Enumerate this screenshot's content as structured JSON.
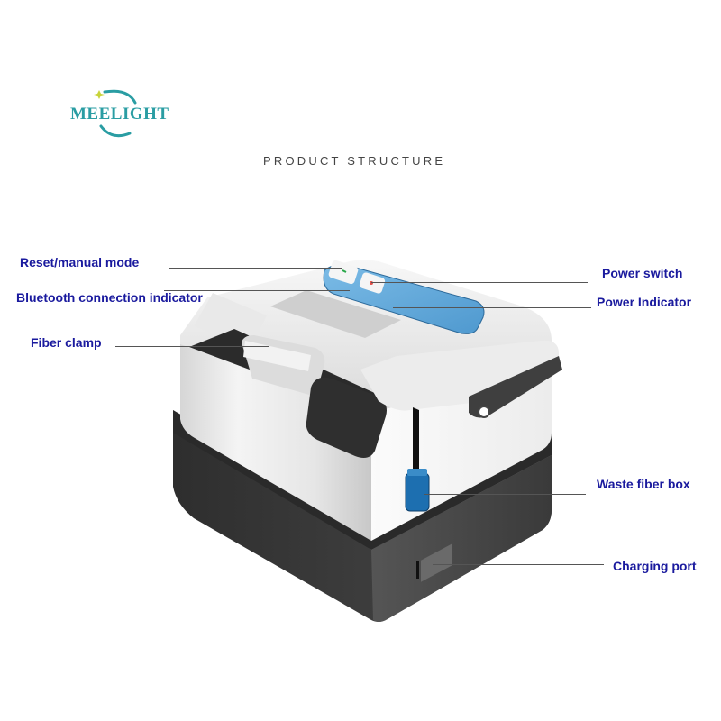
{
  "brand": {
    "logo_text": "MEELIGHT",
    "logo_color": "#2a9da3",
    "star_color": "#c8d43a"
  },
  "header": {
    "title": "PRODUCT STRUCTURE"
  },
  "labels": {
    "reset_manual_mode": "Reset/manual mode",
    "bluetooth_indicator": "Bluetooth connection indicator",
    "fiber_clamp": "Fiber clamp",
    "power_switch": "Power switch",
    "power_indicator": "Power Indicator",
    "waste_fiber_box": "Waste fiber box",
    "charging_port": "Charging port"
  },
  "colors": {
    "label_text": "#1a1a9e",
    "leader_line": "#555555",
    "panel_blue": "#5aa6d8",
    "body_silver": "#e4e4e4",
    "base_dark": "#3c3c3c",
    "waste_box_blue": "#1d6fb0"
  }
}
